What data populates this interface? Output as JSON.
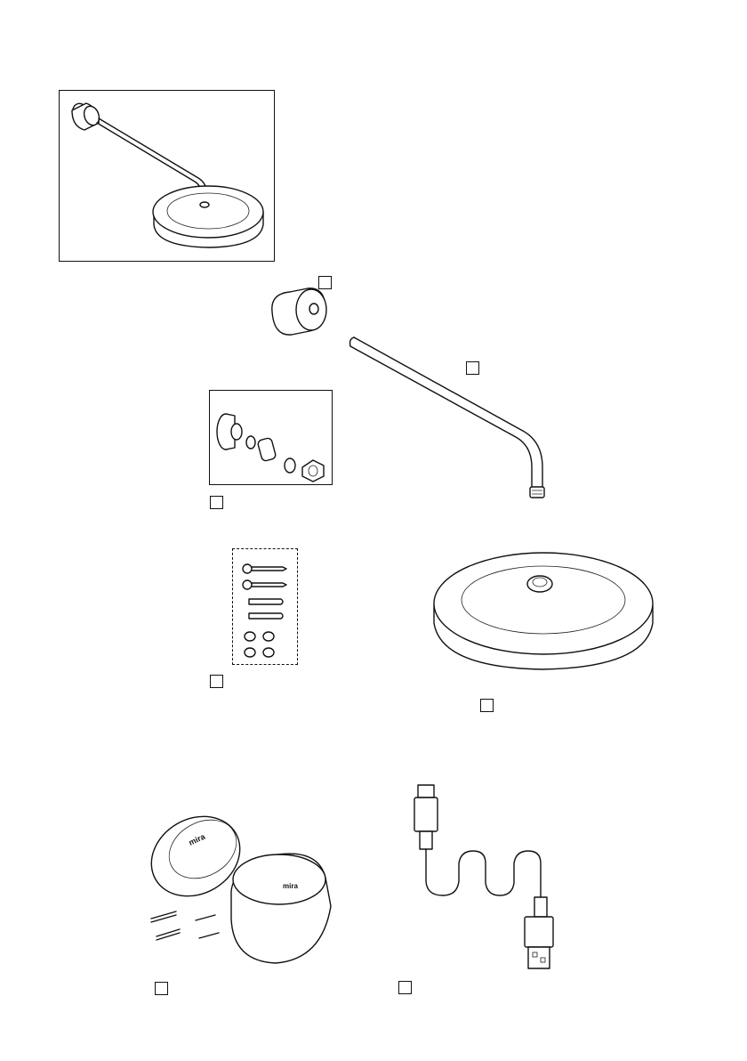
{
  "page": {
    "brand_mark": "mira"
  },
  "parts": [
    {
      "id": "overview-assembly",
      "has_checkbox": false
    },
    {
      "id": "wall-cover",
      "has_checkbox": true
    },
    {
      "id": "shower-arm",
      "has_checkbox": true
    },
    {
      "id": "fitting-set",
      "has_checkbox": true
    },
    {
      "id": "fixing-pack",
      "has_checkbox": true
    },
    {
      "id": "shower-head",
      "has_checkbox": true
    },
    {
      "id": "wireless-controller",
      "has_checkbox": true
    },
    {
      "id": "usb-cable",
      "has_checkbox": true
    }
  ],
  "icons": [
    "wall-cover-icon",
    "shower-arm-icon",
    "shower-head-icon",
    "screw-icon",
    "wall-plug-icon",
    "washer-icon",
    "usb-connector-icon",
    "controller-icon"
  ]
}
